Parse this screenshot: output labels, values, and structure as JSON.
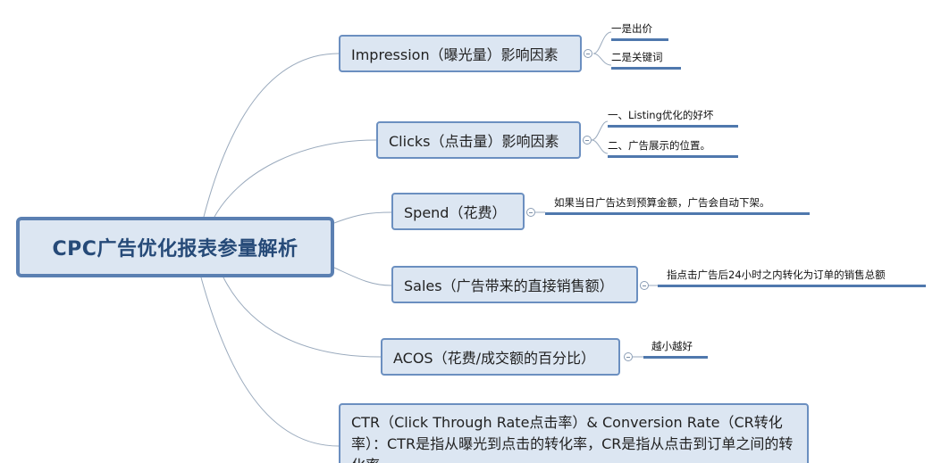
{
  "root": {
    "label": "CPC广告优化报表参量解析"
  },
  "topics": [
    {
      "label": "Impression（曝光量）影响因素",
      "leaves": [
        "一是出价",
        "二是关键词"
      ]
    },
    {
      "label": "Clicks（点击量）影响因素",
      "leaves": [
        "一、Listing优化的好坏",
        "二、广告展示的位置。"
      ]
    },
    {
      "label": "Spend（花费）",
      "leaves": [
        "如果当日广告达到预算金额，广告会自动下架。"
      ]
    },
    {
      "label": "Sales（广告带来的直接销售额）",
      "leaves": [
        "指点击广告后24小时之内转化为订单的销售总额"
      ]
    },
    {
      "label": "ACOS（花费/成交额的百分比）",
      "leaves": [
        "越小越好"
      ]
    },
    {
      "label": "CTR（Click Through Rate点击率）& Conversion Rate（CR转化率）：CTR是指从曝光到点击的转化率，CR是指从点击到订单之间的转化率",
      "leaves": []
    }
  ],
  "colors": {
    "root_border": "#5b80b2",
    "node_fill": "#dce6f2",
    "connector": "#9aaabd",
    "leaf_underline": "#4f78ad"
  }
}
